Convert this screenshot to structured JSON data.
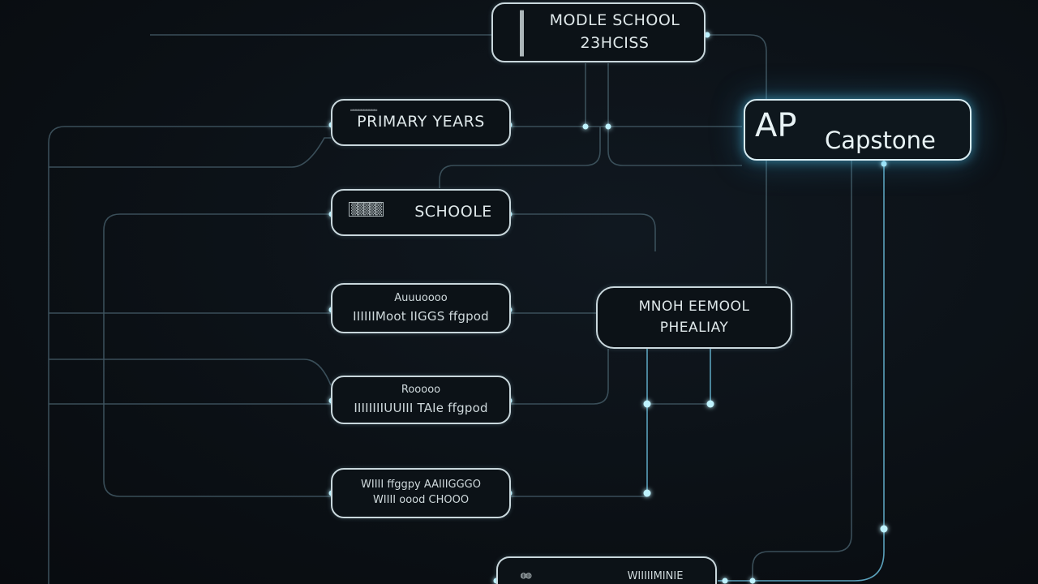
{
  "diagram": {
    "nodes": {
      "middle_school": {
        "line1": "MODLE SCHOOL",
        "line2": "23HCISS"
      },
      "primary_years": {
        "line1": "PRIMARY YEARS"
      },
      "schoole": {
        "line1": "SCHOOLE"
      },
      "node_4": {
        "line1": "Auuuoooo",
        "line2": "IIIIIIMoot IIGGS ffgpod"
      },
      "node_5": {
        "line1": "Rooooo",
        "line2": "IIIIIIIIUUIII TAIe ffgpod"
      },
      "node_6": {
        "line1": "WIIII ffggpy   AAIIIGGGO",
        "line2": "WIIII oood CHOOO"
      },
      "ap_capstone": {
        "line1": "AP",
        "line2": "Capstone"
      },
      "mnoh_school": {
        "line1": "MNOH EEMOOL",
        "line2": "PHEALIAY"
      },
      "bottom_node": {
        "line1": "WIIIIIMINIE"
      }
    },
    "colors": {
      "background": "#0b1015",
      "wire": "#3f5560",
      "wire_bright": "#5fa9c4",
      "node_border": "#c9d7dc",
      "glow": "#5ac8f0"
    }
  }
}
